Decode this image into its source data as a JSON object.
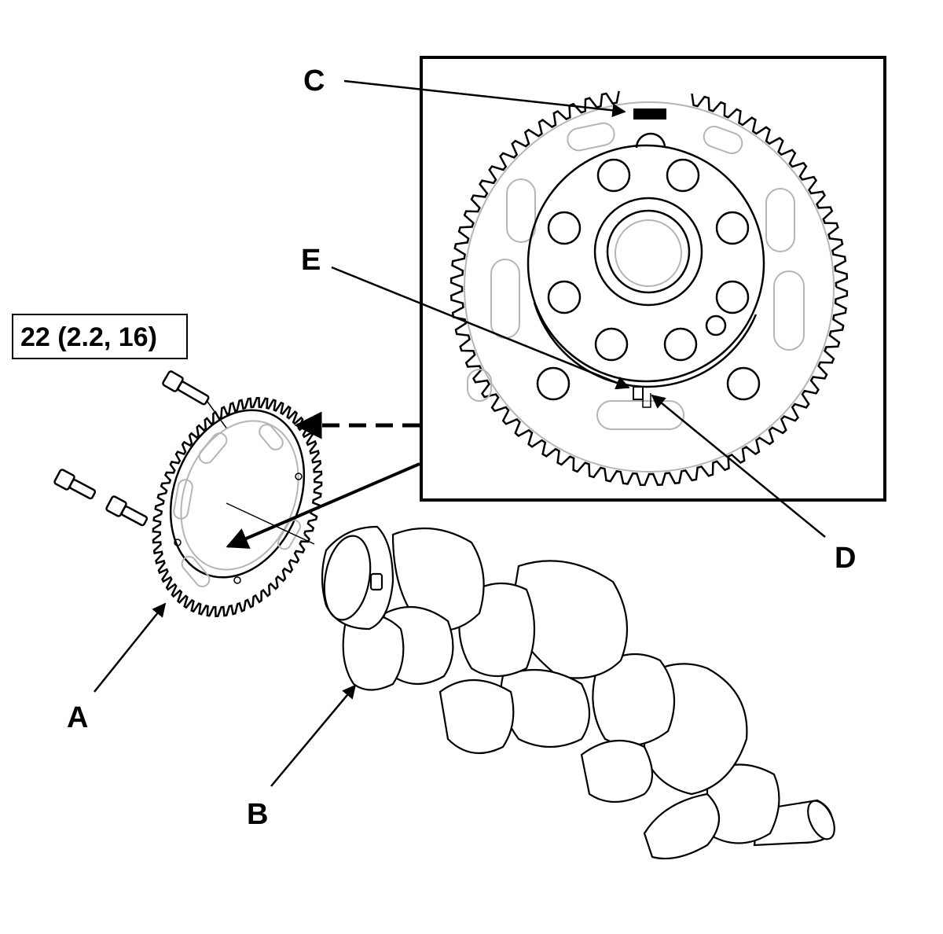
{
  "torque_spec": "22 (2.2, 16)",
  "callouts": {
    "a": "A",
    "b": "B",
    "c": "C",
    "d": "D",
    "e": "E"
  },
  "colors": {
    "line": "#000000",
    "detail": "#b5b5b5",
    "background": "#ffffff"
  }
}
